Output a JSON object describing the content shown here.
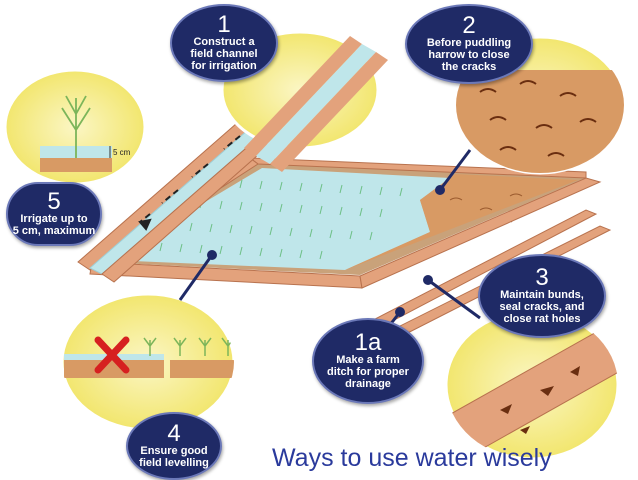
{
  "colors": {
    "callout_fill": "#1f2a66",
    "circle_fill": "#f6ee9a",
    "bund": "#e3a27c",
    "water": "#bfe6ea",
    "soil": "#d89a64",
    "title": "#2a3a9c"
  },
  "title": "Ways to use water wisely",
  "steps": [
    {
      "number": "1",
      "lines": [
        "Construct a",
        "field channel",
        "for irrigation"
      ]
    },
    {
      "number": "2",
      "lines": [
        "Before puddling",
        "harrow to close",
        "the cracks"
      ]
    },
    {
      "number": "3",
      "lines": [
        "Maintain bunds,",
        "seal cracks, and",
        "close rat holes"
      ]
    },
    {
      "number": "1a",
      "lines": [
        "Make a farm",
        "ditch for proper",
        "drainage"
      ]
    },
    {
      "number": "4",
      "lines": [
        "Ensure good",
        "field levelling"
      ]
    },
    {
      "number": "5",
      "lines": [
        "Irrigate up to",
        "5 cm, maximum"
      ]
    }
  ],
  "scale_label": "5 cm",
  "icons": [
    "rice-plant-icon",
    "cross-mark-icon",
    "soil-crack-icon"
  ]
}
